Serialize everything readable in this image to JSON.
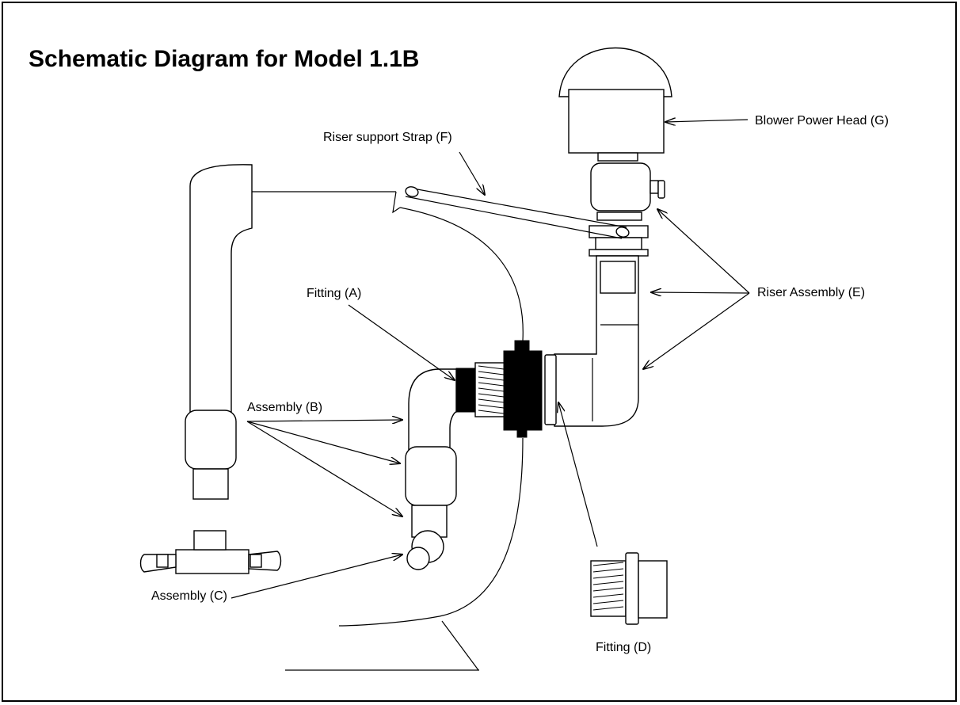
{
  "title": "Schematic Diagram for Model 1.1B",
  "labels": {
    "blower_power_head": "Blower Power Head (G)",
    "riser_support_strap": "Riser support Strap (F)",
    "riser_assembly": "Riser Assembly (E)",
    "fitting_a": "Fitting (A)",
    "assembly_b": "Assembly (B)",
    "assembly_c": "Assembly (C)",
    "fitting_d": "Fitting (D)"
  }
}
